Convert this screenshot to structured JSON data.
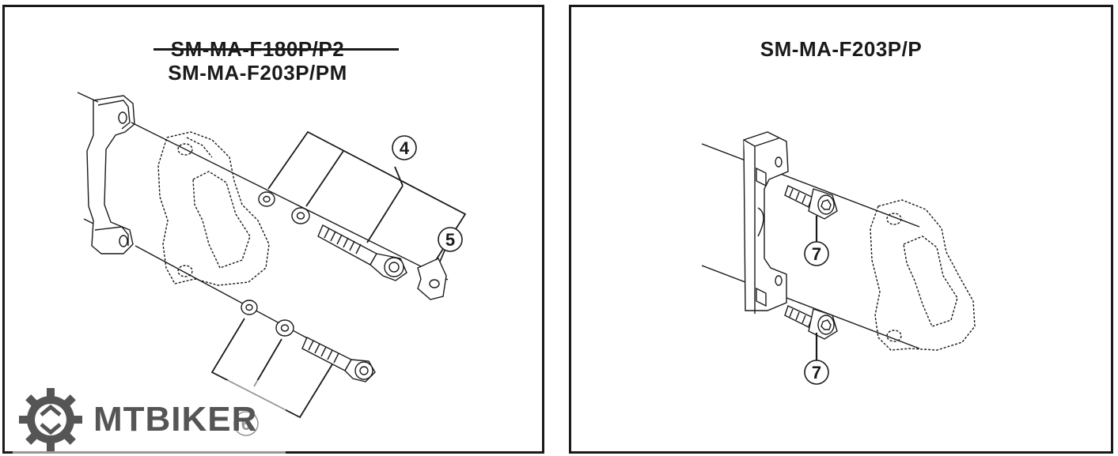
{
  "left_panel": {
    "title_old": "SM-MA-F180P/P2",
    "title_new": "SM-MA-F203P/PM",
    "callouts": [
      "4",
      "5",
      "6"
    ]
  },
  "right_panel": {
    "title": "SM-MA-F203P/P",
    "callouts": [
      "7",
      "7"
    ]
  },
  "watermark": {
    "brand": "MTBIKER",
    "icon": "gear-logo-icon"
  },
  "colors": {
    "line": "#1a1a1a",
    "watermark": "#555555"
  }
}
